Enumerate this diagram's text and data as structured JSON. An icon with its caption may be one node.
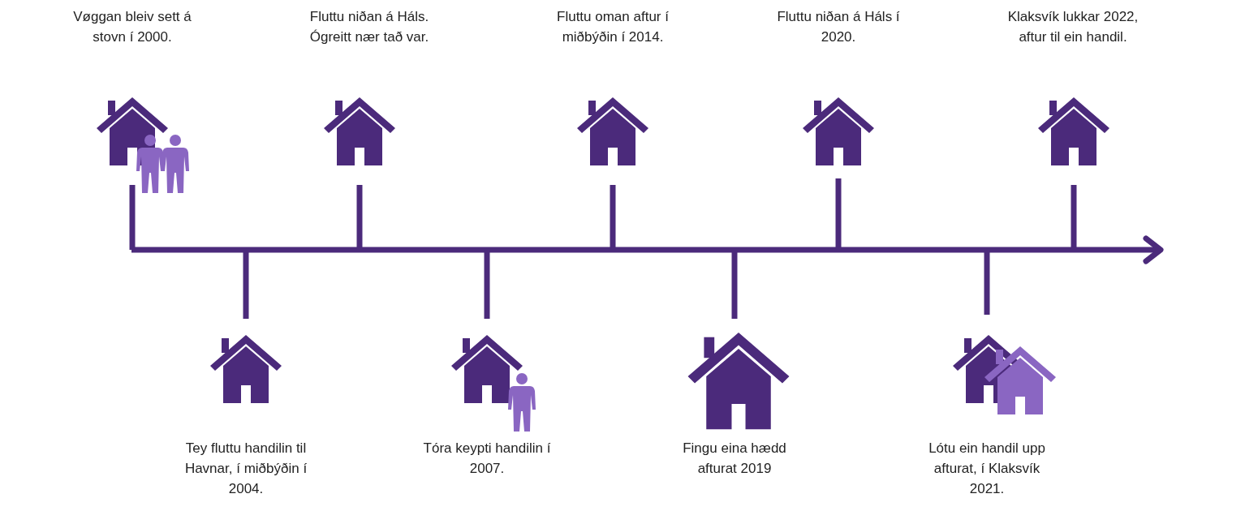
{
  "diagram": {
    "labels": [
      "Vøggan bleiv sett á stovn í 2000.",
      "Fluttu niðan á Háls. Ógreitt nær tað var.",
      "Fluttu oman aftur í miðbýðin í 2014.",
      "Fluttu niðan á Háls í 2020.",
      "Klaksvík lukkar 2022, aftur til ein handil.",
      "Tey fluttu handilin til Havnar, í miðbýðin í 2004.",
      "Tóra keypti handilin í 2007.",
      "Fingu eina hædd afturat 2019",
      "Lótu ein handil upp afturat, í Klaksvík 2021."
    ]
  }
}
